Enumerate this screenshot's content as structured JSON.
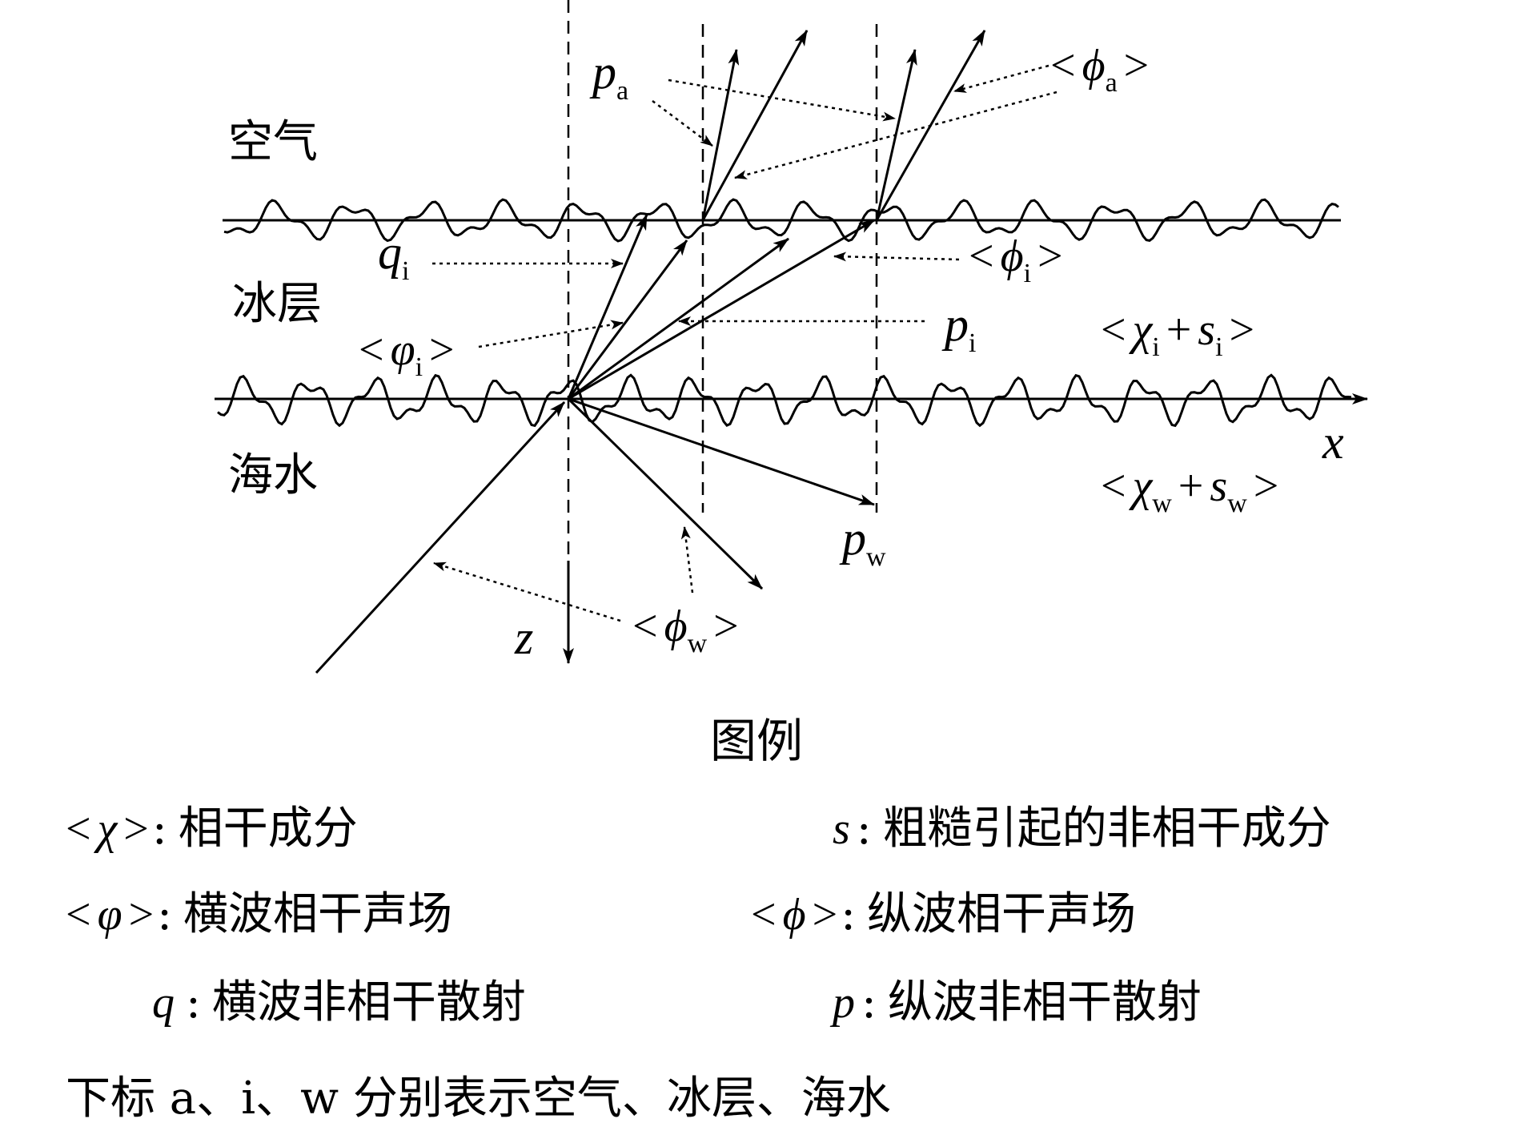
{
  "layers": {
    "air": "空气",
    "ice": "冰层",
    "water": "海水"
  },
  "axes": {
    "x": "x",
    "z": "z"
  },
  "labels": {
    "pa": {
      "main": "p",
      "sub": "a"
    },
    "phi_a": {
      "open": "<",
      "main": "ϕ",
      "sub": "a",
      "close": ">"
    },
    "qi": {
      "main": "q",
      "sub": "i"
    },
    "phi_i": {
      "open": "<",
      "main": "ϕ",
      "sub": "i",
      "close": ">"
    },
    "pi": {
      "main": "p",
      "sub": "i"
    },
    "varphi_i": {
      "open": "<",
      "main": "φ",
      "sub": "i",
      "close": ">"
    },
    "chi_i_s_i": {
      "open": "<",
      "chi": "χ",
      "chi_sub": "i",
      "plus": "+",
      "s": "s",
      "s_sub": "i",
      "close": ">"
    },
    "chi_w_s_w": {
      "open": "<",
      "chi": "χ",
      "chi_sub": "w",
      "plus": "+",
      "s": "s",
      "s_sub": "w",
      "close": ">"
    },
    "pw": {
      "main": "p",
      "sub": "w"
    },
    "phi_w": {
      "open": "<",
      "main": "ϕ",
      "sub": "w",
      "close": ">"
    }
  },
  "legend": {
    "title": "图例",
    "items": [
      {
        "symbol_open": "<",
        "symbol": "χ",
        "symbol_close": ">",
        "colon": ":",
        "text": "相干成分"
      },
      {
        "symbol_open": "",
        "symbol": "s",
        "symbol_close": "",
        "colon": ":",
        "text": "粗糙引起的非相干成分"
      },
      {
        "symbol_open": "<",
        "symbol": "φ",
        "symbol_close": ">",
        "colon": ":",
        "text": "横波相干声场"
      },
      {
        "symbol_open": "<",
        "symbol": "ϕ",
        "symbol_close": ">",
        "colon": ":",
        "text": "纵波相干声场"
      },
      {
        "symbol_open": "",
        "symbol": "q",
        "symbol_close": "",
        "colon": ":",
        "text": "横波非相干散射"
      },
      {
        "symbol_open": "",
        "symbol": "p",
        "symbol_close": "",
        "colon": ":",
        "text": "纵波非相干散射"
      }
    ],
    "footnote": "下标 a、i、w 分别表示空气、冰层、海水"
  }
}
